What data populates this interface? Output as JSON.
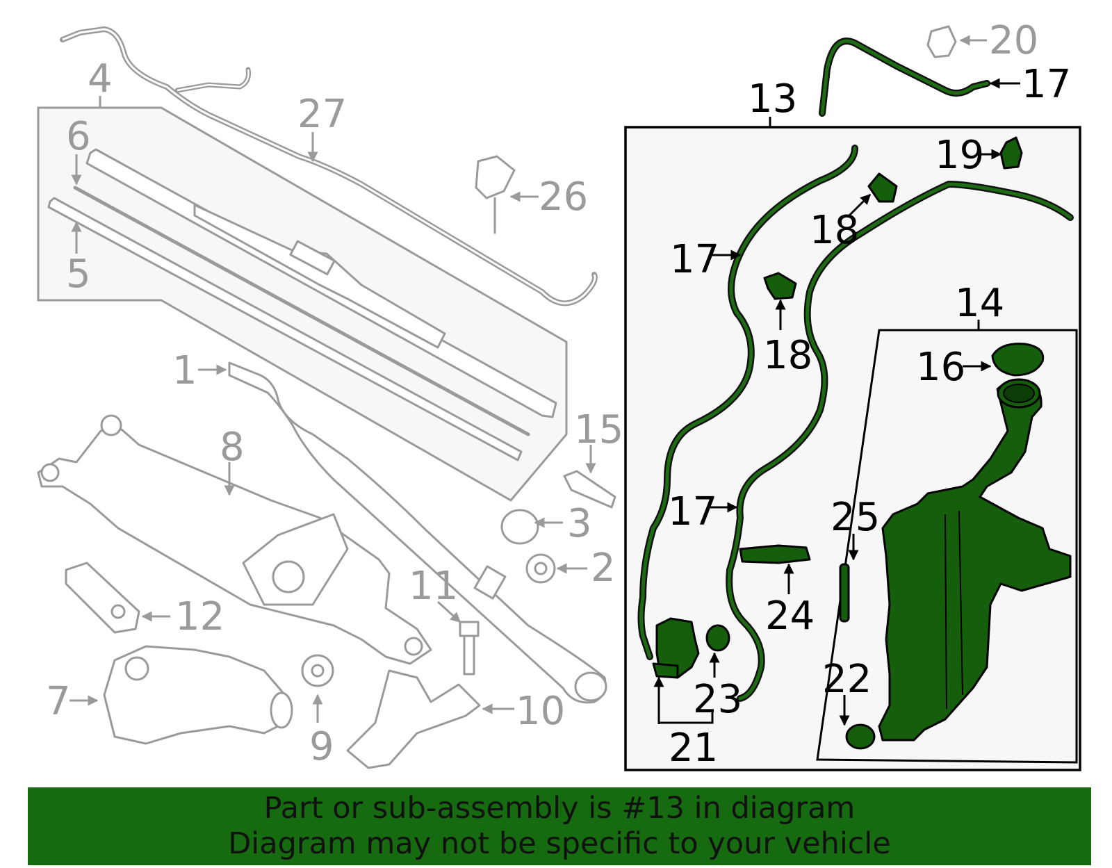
{
  "colors": {
    "banner_bg": "#166b10",
    "highlight_part": "#155f0c",
    "dim_part": "#9a9a9a",
    "panel_fill": "#f7f7f7"
  },
  "callouts": {
    "c1": "1",
    "c2": "2",
    "c3": "3",
    "c4": "4",
    "c5": "5",
    "c6": "6",
    "c7": "7",
    "c8": "8",
    "c9": "9",
    "c10": "10",
    "c11": "11",
    "c12": "12",
    "c13": "13",
    "c14": "14",
    "c15": "15",
    "c16": "16",
    "c17a": "17",
    "c17b": "17",
    "c17c": "17",
    "c18a": "18",
    "c18b": "18",
    "c19": "19",
    "c20": "20",
    "c21": "21",
    "c22": "22",
    "c23": "23",
    "c24": "24",
    "c25": "25",
    "c26": "26",
    "c27": "27"
  },
  "banner": {
    "line1": "Part or sub-assembly is #13 in diagram",
    "line2": "Diagram may not be specific to your vehicle"
  }
}
